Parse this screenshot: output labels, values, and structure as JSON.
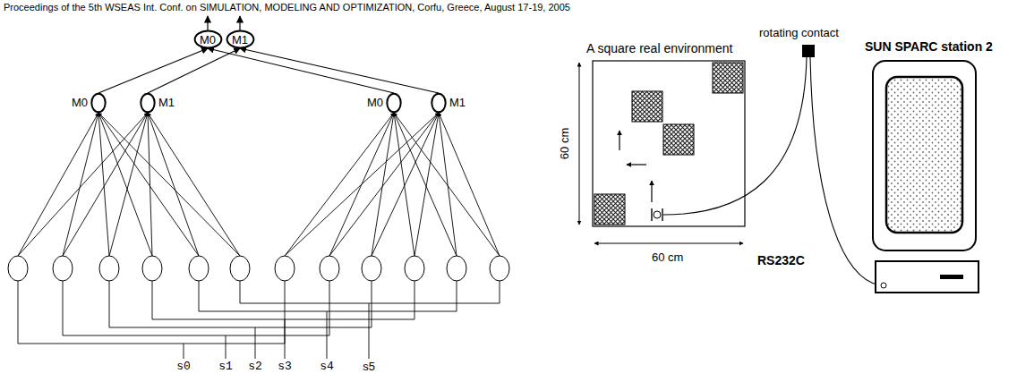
{
  "diagram": {
    "nodes": [
      {
        "text": [
          "M0"
        ]
      },
      {
        "text": [
          "M1"
        ]
      },
      {
        "text": [
          "M0"
        ]
      },
      {
        "text": [
          "M1"
        ]
      },
      {
        "text": [
          "M0"
        ]
      },
      {
        "text": [
          "M1"
        ]
      }
    ],
    "edges": [
      {
        "from": 2,
        "to": 0,
        "arrow": "to"
      },
      {
        "from": 3,
        "to": 1,
        "arrow": "to"
      },
      {
        "from": 4,
        "to": 0,
        "arrow": "to"
      },
      {
        "from": 5,
        "to": 1,
        "arrow": "to"
      }
    ],
    "labels": [
      "Proceedings of the 5th WSEAS Int. Conf. on SIMULATION, MODELING AND OPTIMIZATION, Corfu, Greece, August 17-19, 2005",
      "s0",
      "s1",
      "s2",
      "s3",
      "s4",
      "s5",
      "A square real environment",
      "60 cm",
      "60 cm",
      "rotating contact",
      "SUN SPARC station 2",
      "RS232C"
    ]
  }
}
